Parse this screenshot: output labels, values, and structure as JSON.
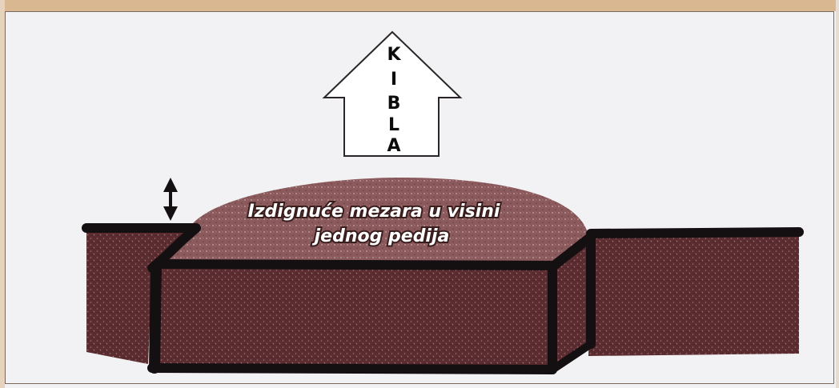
{
  "kibla": {
    "letters": [
      "K",
      "I",
      "B",
      "L",
      "A"
    ]
  },
  "mound": {
    "caption_line1": "Izdignuće mezara u visini",
    "caption_line2": "jednog pedija"
  },
  "colors": {
    "soil": "#5a2a2e",
    "soil_light": "#8a5a5c",
    "outline": "#141012",
    "paper": "#f2f1f3",
    "frame": "#d9b891"
  },
  "icons": {
    "height_indicator": "double-arrow-vertical-icon",
    "direction_marker": "up-arrow-icon"
  }
}
